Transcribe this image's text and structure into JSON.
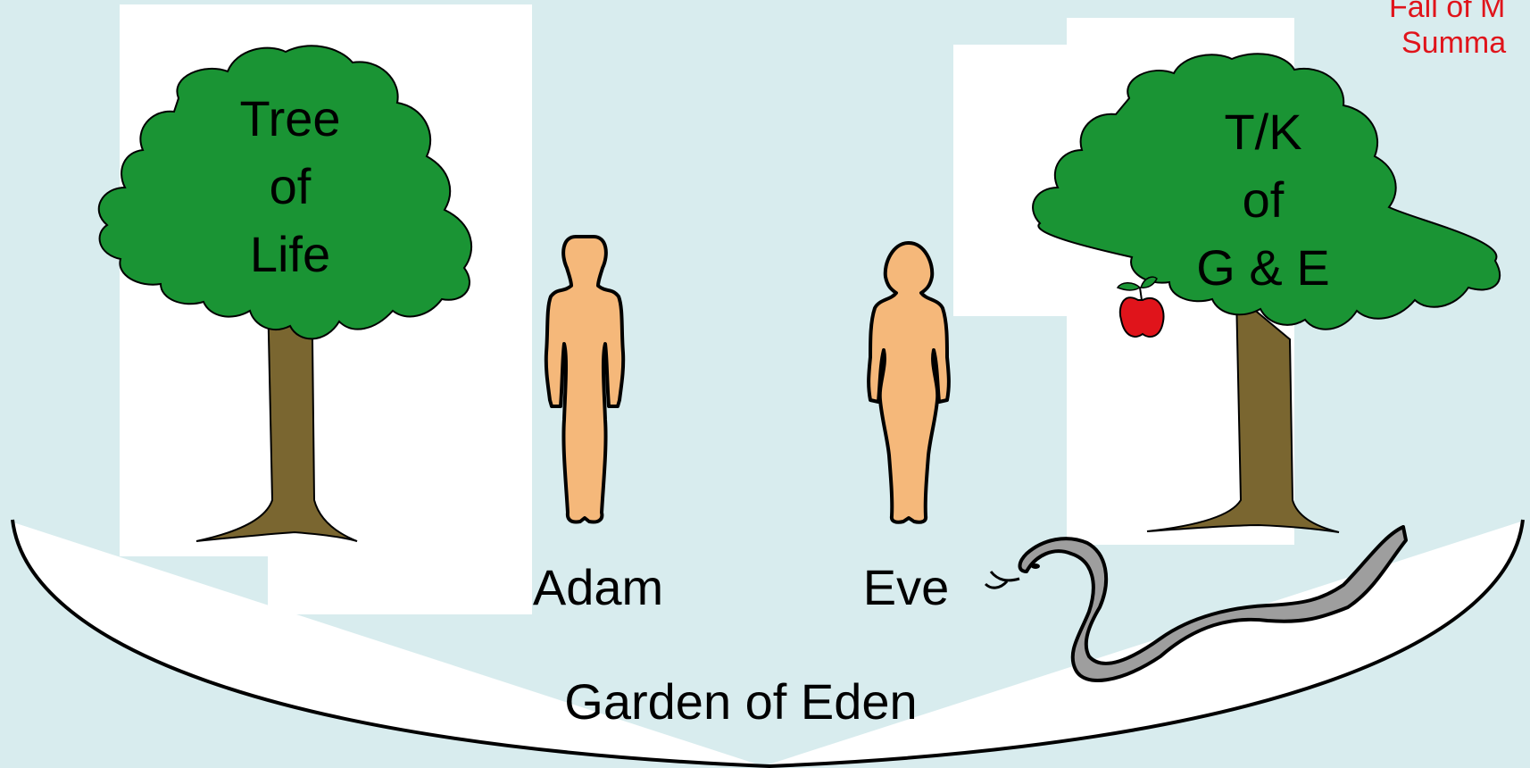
{
  "corner_note": {
    "line1": "Fall of M",
    "line2": "Summa"
  },
  "tree_of_life": {
    "line1": "Tree",
    "line2": "of",
    "line3": "Life"
  },
  "tree_of_knowledge": {
    "line1": "T/K",
    "line2": "of",
    "line3": "G & E"
  },
  "people": {
    "adam": "Adam",
    "eve": "Eve"
  },
  "garden_label": "Garden of Eden",
  "colors": {
    "background": "#d8ecee",
    "foliage": "#1a9434",
    "trunk": "#7a6630",
    "skin": "#f5b87a",
    "apple": "#e0141b",
    "serpent": "#9e9e9e",
    "corner_text": "#e0141b"
  },
  "icons": [
    "tree-icon",
    "person-male-icon",
    "person-female-icon",
    "apple-icon",
    "serpent-icon"
  ]
}
